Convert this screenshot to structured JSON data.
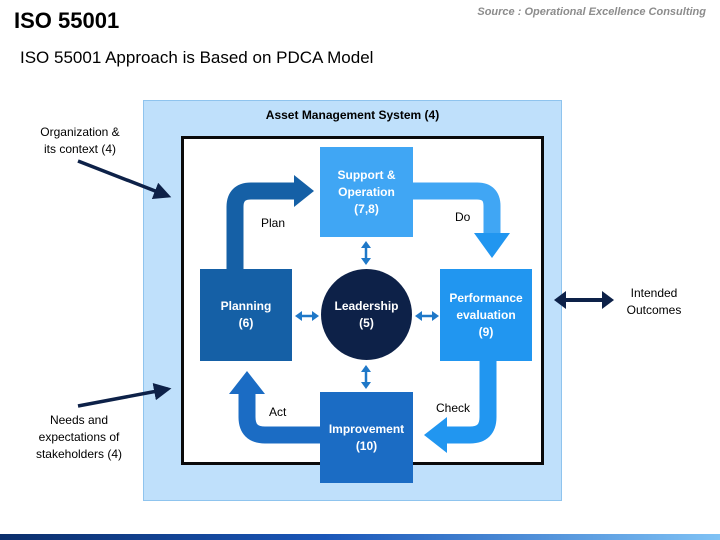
{
  "header": {
    "title": "ISO 55001",
    "subtitle": "ISO 55001 Approach is Based on PDCA Model",
    "source": "Source : Operational Excellence Consulting"
  },
  "system": {
    "label": "Asset Management System (4)"
  },
  "nodes": {
    "support": {
      "line1": "Support &",
      "line2": "Operation",
      "line3": "(7,8)"
    },
    "planning": {
      "line1": "Planning",
      "line2": "(6)"
    },
    "leadership": {
      "line1": "Leadership",
      "line2": "(5)"
    },
    "performance": {
      "line1": "Performance",
      "line2": "evaluation",
      "line3": "(9)"
    },
    "improvement": {
      "line1": "Improvement",
      "line2": "(10)"
    }
  },
  "cycle_labels": {
    "plan": "Plan",
    "do": "Do",
    "check": "Check",
    "act": "Act"
  },
  "external": {
    "organization": {
      "line1": "Organization &",
      "line2": "its context (4)"
    },
    "needs": {
      "line1": "Needs and",
      "line2": "expectations of",
      "line3": "stakeholders (4)"
    },
    "outcomes": {
      "line1": "Intended",
      "line2": "Outcomes"
    }
  },
  "colors": {
    "navy": "#0d2148",
    "dark_blue": "#1560a6",
    "mid_blue": "#1b6cc4",
    "bright_blue": "#2196f0",
    "light_blue": "#40a6f4",
    "arrow_blue": "#1f78c8",
    "outer_fill": "#bfe0fb"
  }
}
